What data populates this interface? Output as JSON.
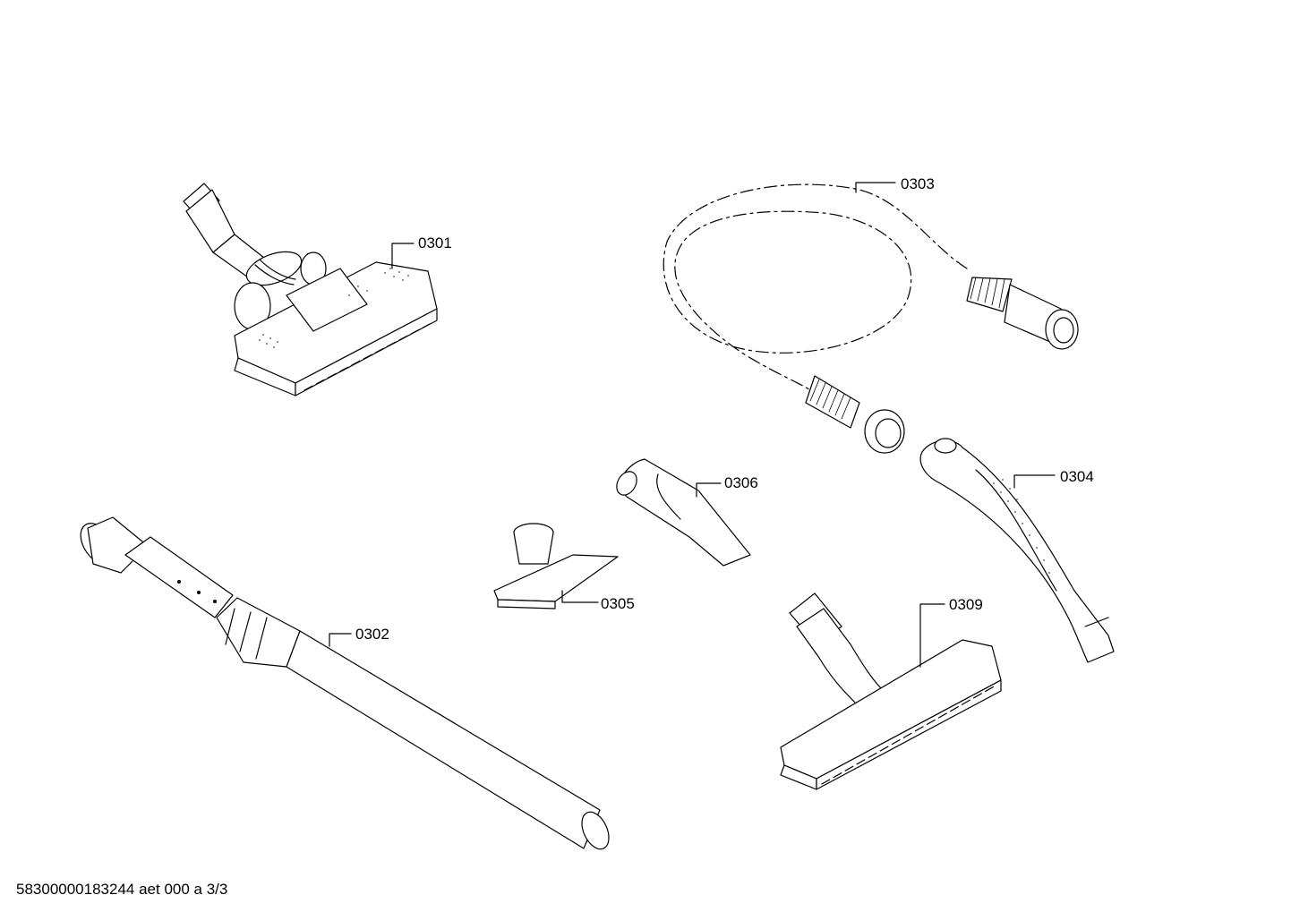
{
  "parts": {
    "p0301": "0301",
    "p0302": "0302",
    "p0303": "0303",
    "p0304": "0304",
    "p0305": "0305",
    "p0306": "0306",
    "p0309": "0309"
  },
  "footer": "58300000183244 aet 000 a 3/3",
  "colors": {
    "line": "#000000",
    "fill": "#ffffff",
    "shade": "#e6e6e6"
  }
}
